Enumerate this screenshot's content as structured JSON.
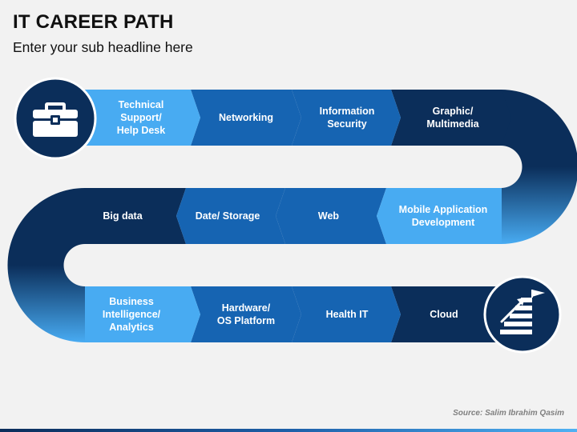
{
  "header": {
    "title": "IT CAREER PATH",
    "subtitle": "Enter your sub headline here"
  },
  "icons": {
    "start": "briefcase-icon",
    "end": "stairs-flag-icon"
  },
  "colors": {
    "light_blue": "#48abf2",
    "mid_blue": "#1664b2",
    "dark_blue": "#0b2e5a",
    "background": "#f2f2f2"
  },
  "steps": [
    {
      "label": "Technical\nSupport/\nHelp Desk",
      "color": "light_blue"
    },
    {
      "label": "Networking",
      "color": "mid_blue"
    },
    {
      "label": "Information\nSecurity",
      "color": "mid_blue"
    },
    {
      "label": "Graphic/\nMultimedia",
      "color": "dark_blue"
    },
    {
      "label": "Mobile Application\nDevelopment",
      "color": "light_blue"
    },
    {
      "label": "Web",
      "color": "mid_blue"
    },
    {
      "label": "Date/ Storage",
      "color": "mid_blue"
    },
    {
      "label": "Big data",
      "color": "dark_blue"
    },
    {
      "label": "Business\nIntelligence/\nAnalytics",
      "color": "light_blue"
    },
    {
      "label": "Hardware/\nOS Platform",
      "color": "mid_blue"
    },
    {
      "label": "Health IT",
      "color": "mid_blue"
    },
    {
      "label": "Cloud",
      "color": "dark_blue"
    }
  ],
  "source": "Source: Salim Ibrahim Qasim"
}
